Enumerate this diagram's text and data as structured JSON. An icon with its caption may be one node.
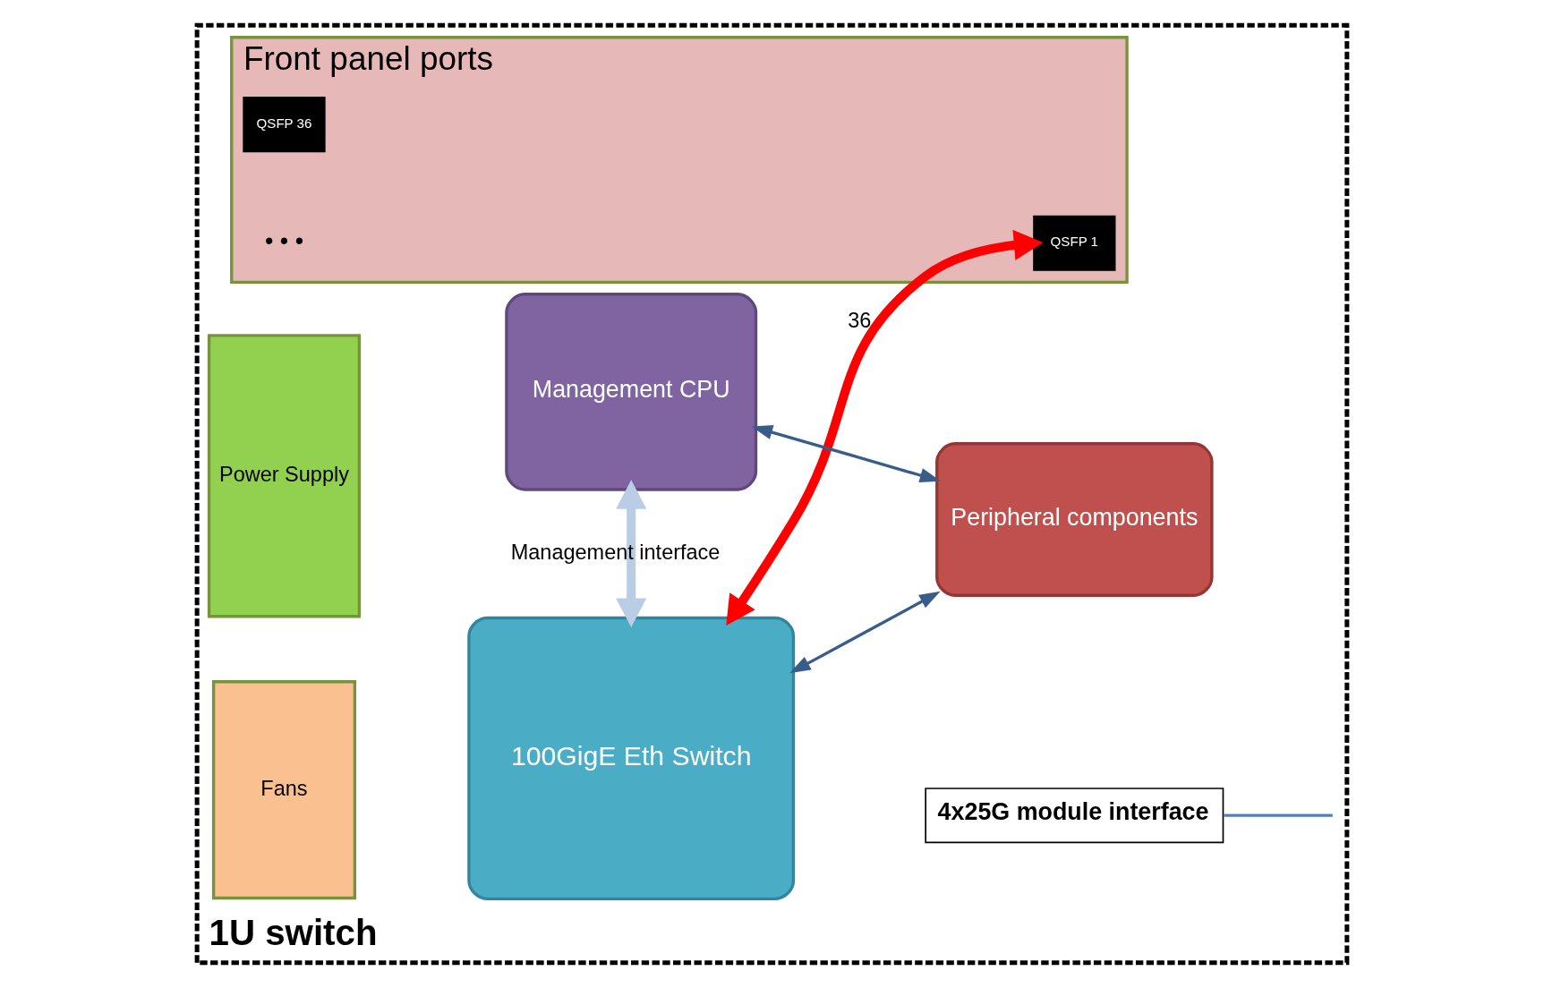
{
  "diagram": {
    "nodes": [
      {
        "text": [
          "1U switch"
        ]
      },
      {
        "text": [
          "Fans"
        ],
        "in": 0
      },
      {
        "text": [
          "Power Supply"
        ],
        "in": 0
      },
      {
        "text": [
          "100GigE Eth Switch"
        ],
        "in": 0
      },
      {
        "text": [
          "4x25G module interface"
        ],
        "in": 0
      },
      {
        "text": [
          "Front panel ports"
        ],
        "in": 0
      },
      {
        "text": [
          "QSFP 1"
        ],
        "in": 5
      },
      {
        "text": [
          "QSFP 36"
        ],
        "in": 5
      },
      {
        "text": [
          "Peripheral components"
        ],
        "in": 0
      },
      {
        "text": [
          "Management CPU"
        ],
        "in": 0
      }
    ],
    "edges": [
      {
        "from": 3,
        "to": 6,
        "arrow": "both",
        "label": "36",
        "style": "thick",
        "color": "#ff0000"
      },
      {
        "from": 4,
        "to": null,
        "arrow": "none",
        "color": "#4f81bd"
      },
      {
        "from": 3,
        "to": 9,
        "arrow": "both",
        "label": "Management interface",
        "style": "thick",
        "color": "#b9cde5"
      },
      {
        "from": 3,
        "to": 8,
        "arrow": "both"
      },
      {
        "from": 9,
        "to": 8,
        "arrow": "both"
      }
    ],
    "labels": [
      "• • •"
    ]
  }
}
